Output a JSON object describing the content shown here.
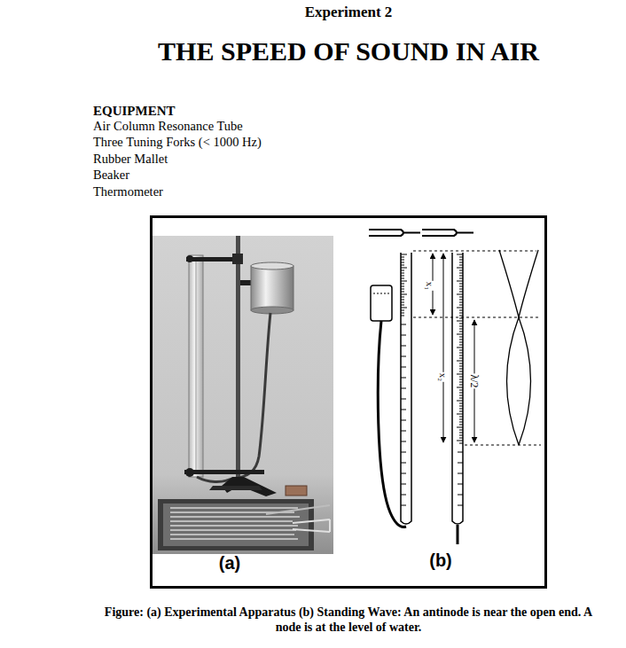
{
  "diagram": {
    "title": "THE SPEED OF SOUND IN AIR",
    "caption": "Figure: (a) Experimental Apparatus (b) Standing Wave: An antinode is near the open end. A node is at the level of water.",
    "labels": [
      "Experiment 2",
      "EQUIPMENT",
      "Air Column Resonance Tube",
      "Three Tuning Forks (< 1000 Hz)",
      "Rubber Mallet",
      "Beaker",
      "Thermometer",
      "(a)",
      "x₁",
      "x₂",
      "λ/2",
      "(b)"
    ]
  }
}
